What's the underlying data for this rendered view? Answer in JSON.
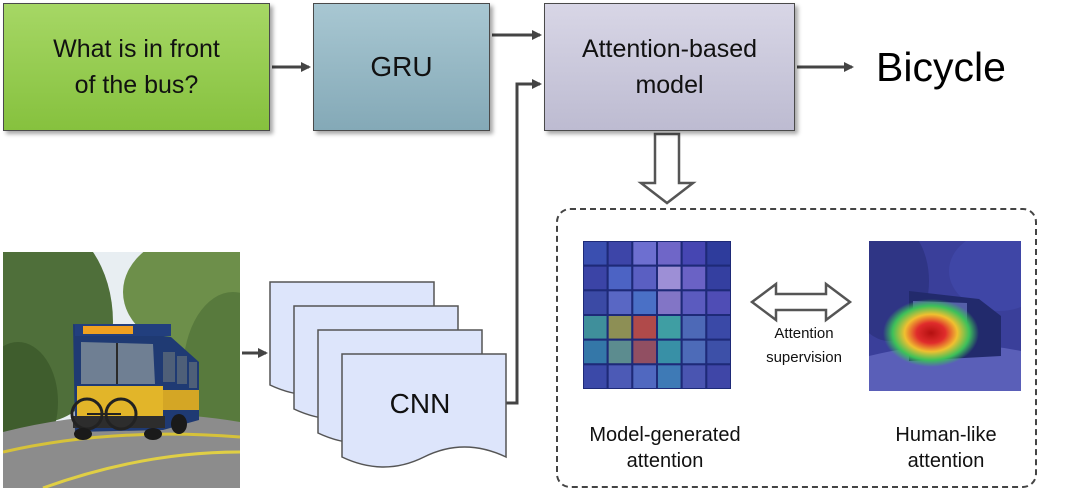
{
  "question": "What is in front\nof the bus?",
  "gru": "GRU",
  "attention_model": "Attention-based\nmodel",
  "answer": "Bicycle",
  "cnn": "CNN",
  "supervision": "Attention\nsupervision",
  "model_attention": "Model-generated\nattention",
  "human_attention": "Human-like\nattention",
  "colors": {
    "question_fill": "#94cc4f",
    "gru_fill": "#95b8c4",
    "attention_fill": "#cbc9dc",
    "cnn_fill": "#dde5fb",
    "arrow": "#444444"
  },
  "heatmap_colors": [
    [
      "#3a4fb0",
      "#3d45a8",
      "#6d6fd0",
      "#6f66c8",
      "#4646b2",
      "#2e3c9c"
    ],
    [
      "#3b44a6",
      "#4c63c4",
      "#5a5fc2",
      "#9d8fd6",
      "#6a62c5",
      "#343fa0"
    ],
    [
      "#3b4aa5",
      "#5967c4",
      "#4a70c6",
      "#8275c6",
      "#5b5bbf",
      "#4f4db5"
    ],
    [
      "#3f8f9b",
      "#8d8f55",
      "#b04a4a",
      "#3f9ea3",
      "#4d69b7",
      "#3a49a7"
    ],
    [
      "#3477a8",
      "#5c8c8f",
      "#914f62",
      "#3890a6",
      "#4d6bb8",
      "#3d50a8"
    ],
    [
      "#3b49a8",
      "#4c5ab6",
      "#5068c0",
      "#3e7ab6",
      "#4a55b1",
      "#3f46a7"
    ]
  ]
}
